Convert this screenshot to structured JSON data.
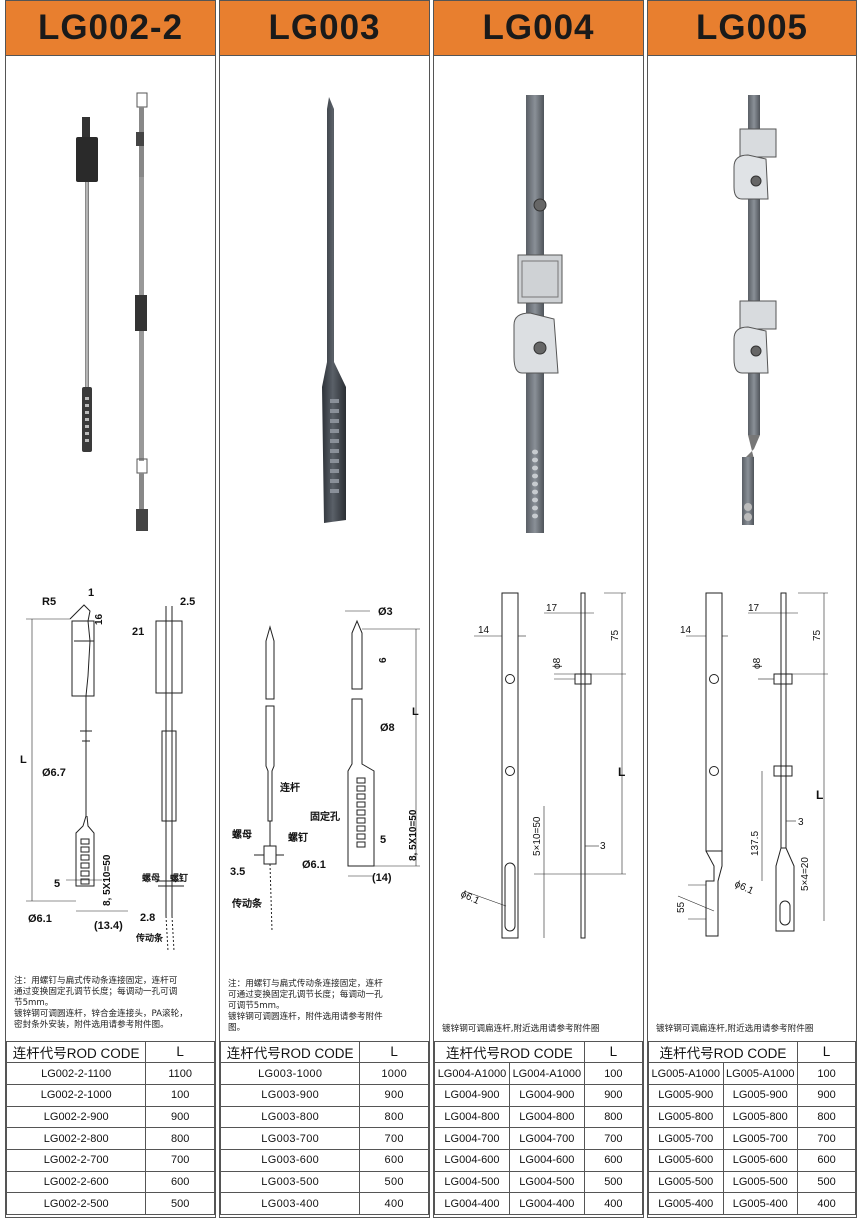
{
  "columns": [
    {
      "code": "LG002-2",
      "note_lines": [
        "注：用螺钉与扁式传动条连接固定，连杆可",
        "通过变换固定孔调节长度；每调动一孔可调",
        "节5mm。",
        "镀锌钢可调圆连杆，锌合金连接头，PA滚轮，",
        "密封条外安装，附件选用请参考附件图。"
      ],
      "drawing_labels": {
        "r5": "R5",
        "one": "1",
        "sixteen": "16",
        "two_five": "2.5",
        "twentyone": "21",
        "L": "L",
        "d67": "Ø6.7",
        "five": "5",
        "pitch": "8, 5X10=50",
        "d61": "Ø6.1",
        "w134": "(13.4)",
        "two_eight": "2.8",
        "screw": "螺钉",
        "nut": "螺母",
        "strip": "传动条"
      },
      "table": {
        "header": [
          "连杆代号ROD CODE",
          "L"
        ],
        "rows": [
          [
            "LG002-2-1100",
            "1100"
          ],
          [
            "LG002-2-1000",
            "100"
          ],
          [
            "LG002-2-900",
            "900"
          ],
          [
            "LG002-2-800",
            "800"
          ],
          [
            "LG002-2-700",
            "700"
          ],
          [
            "LG002-2-600",
            "600"
          ],
          [
            "LG002-2-500",
            "500"
          ]
        ]
      }
    },
    {
      "code": "LG003",
      "note_lines": [
        "注：用螺钉与扁式传动条连接固定，连杆",
        "可通过变换固定孔调节长度；每调动一孔",
        "可调节5mm。",
        "镀锌钢可调圆连杆，附件选用请参考附件",
        "图。"
      ],
      "drawing_labels": {
        "d3": "Ø3",
        "six": "6",
        "L": "L",
        "d8": "Ø8",
        "rod": "连杆",
        "fix_hole": "固定孔",
        "nut": "螺母",
        "screw": "螺钉",
        "five": "5",
        "pitch": "8, 5X10=50",
        "three_five": "3.5",
        "d61": "Ø6.1",
        "w14": "(14)",
        "strip": "传动条"
      },
      "table": {
        "header": [
          "连杆代号ROD CODE",
          "L"
        ],
        "rows": [
          [
            "LG003-1000",
            "1000"
          ],
          [
            "LG003-900",
            "900"
          ],
          [
            "LG003-800",
            "800"
          ],
          [
            "LG003-700",
            "700"
          ],
          [
            "LG003-600",
            "600"
          ],
          [
            "LG003-500",
            "500"
          ],
          [
            "LG003-400",
            "400"
          ]
        ]
      }
    },
    {
      "code": "LG004",
      "note_lines": [
        "镀锌钢可调扁连杆,附近选用请参考附件圈"
      ],
      "drawing_labels": {
        "w14": "14",
        "w17": "17",
        "d8": "ϕ8",
        "h75": "75",
        "L": "L",
        "pitch": "5×10=50",
        "three": "3",
        "d61": "ϕ6.1"
      },
      "table": {
        "header": [
          "连杆代号ROD CODE",
          "L"
        ],
        "rows": [
          [
            "LG004-A1000",
            "LG004-A1000",
            "100"
          ],
          [
            "LG004-900",
            "LG004-900",
            "900"
          ],
          [
            "LG004-800",
            "LG004-800",
            "800"
          ],
          [
            "LG004-700",
            "LG004-700",
            "700"
          ],
          [
            "LG004-600",
            "LG004-600",
            "600"
          ],
          [
            "LG004-500",
            "LG004-500",
            "500"
          ],
          [
            "LG004-400",
            "LG004-400",
            "400"
          ]
        ]
      }
    },
    {
      "code": "LG005",
      "note_lines": [
        "镀锌钢可调扁连杆,附近选用请参考附件圈"
      ],
      "drawing_labels": {
        "w14": "14",
        "w17": "17",
        "d8": "ϕ8",
        "h75": "75",
        "L": "L",
        "h1375": "137.5",
        "three": "3",
        "pitch": "5×4=20",
        "d61": "ϕ6.1",
        "h55": "55"
      },
      "table": {
        "header": [
          "连杆代号ROD CODE",
          "L"
        ],
        "rows": [
          [
            "LG005-A1000",
            "LG005-A1000",
            "100"
          ],
          [
            "LG005-900",
            "LG005-900",
            "900"
          ],
          [
            "LG005-800",
            "LG005-800",
            "800"
          ],
          [
            "LG005-700",
            "LG005-700",
            "700"
          ],
          [
            "LG005-600",
            "LG005-600",
            "600"
          ],
          [
            "LG005-500",
            "LG005-500",
            "500"
          ],
          [
            "LG005-400",
            "LG005-400",
            "400"
          ]
        ]
      }
    }
  ]
}
